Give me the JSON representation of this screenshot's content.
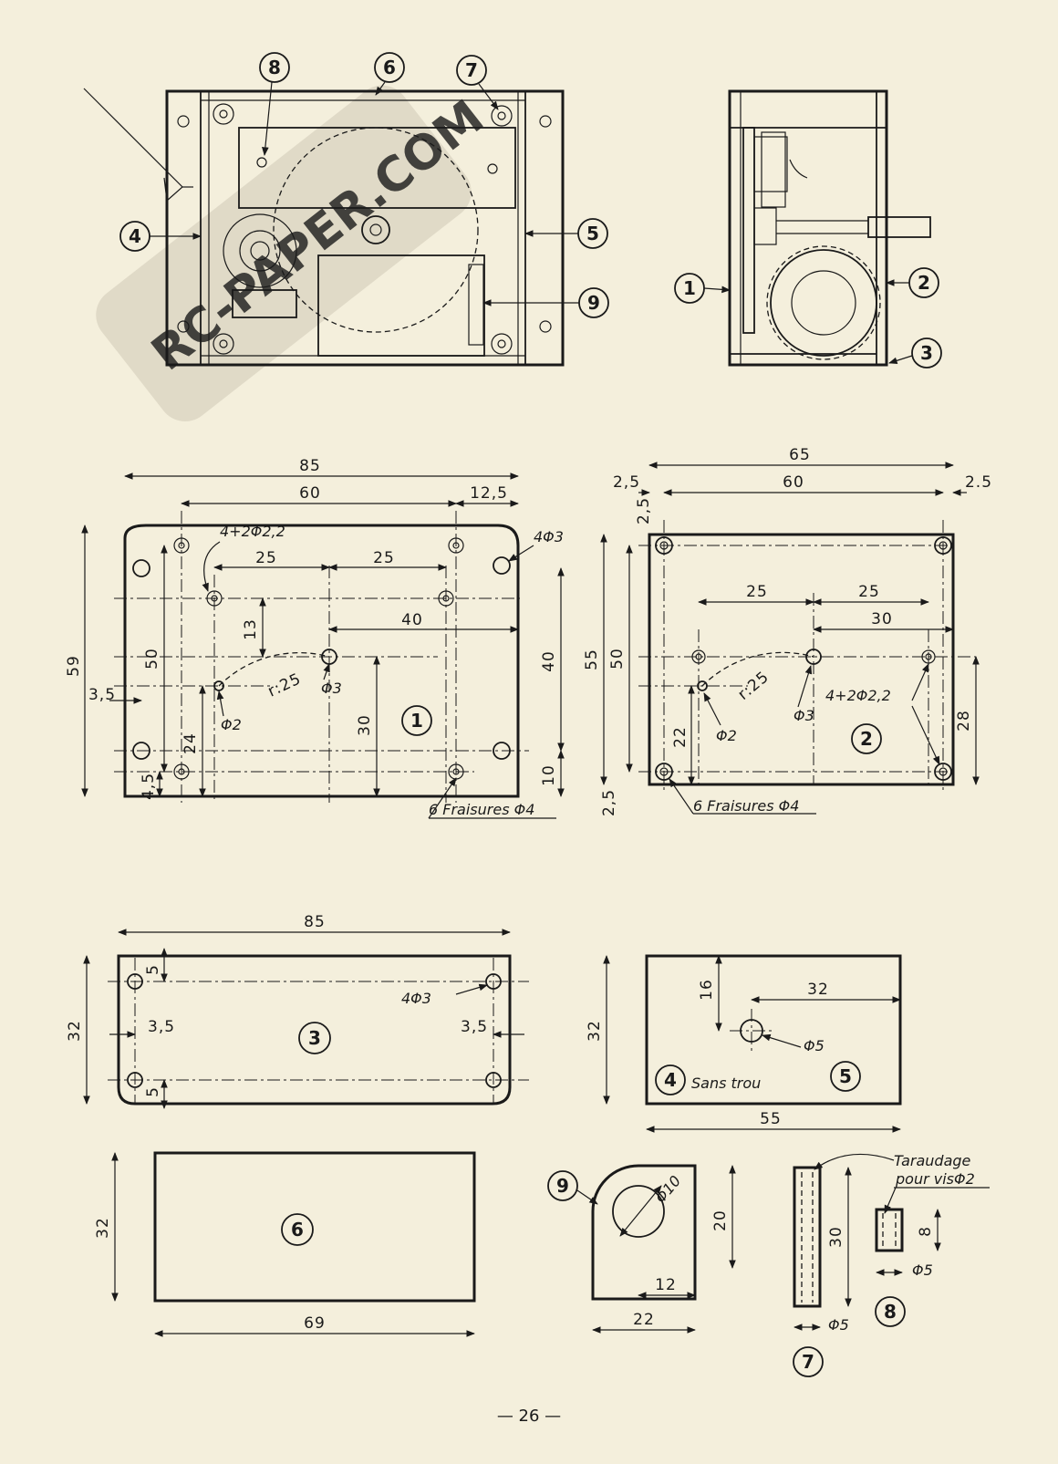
{
  "watermark": "RC-PAPER.COM",
  "page_number": "— 26 —",
  "callouts": [
    "1",
    "2",
    "3",
    "4",
    "5",
    "6",
    "7",
    "8",
    "9"
  ],
  "part1": {
    "dims": {
      "w85": "85",
      "w60": "60",
      "w12_5": "12,5",
      "h59": "59",
      "h50": "50",
      "h40": "40",
      "h30": "30",
      "h24": "24",
      "h13": "13",
      "h10": "10",
      "h4_5": "4,5",
      "w3_5": "3,5",
      "w25a": "25",
      "w25b": "25",
      "w40": "40",
      "r25": "r:25"
    },
    "notes": {
      "holes_a": "4+2Φ2,2",
      "holes_b": "4Φ3",
      "phi3": "Φ3",
      "phi2": "Φ2",
      "fraisures": "6 Fraisures Φ4"
    }
  },
  "part2": {
    "dims": {
      "w65": "65",
      "w60": "60",
      "w2_5a": "2,5",
      "w2_5b": "2.5",
      "h2_5top": "2,5",
      "h55": "55",
      "h50": "50",
      "h22": "22",
      "h28": "28",
      "h2_5bot": "2,5",
      "w25a": "25",
      "w25b": "25",
      "w30": "30",
      "r25": "r:25"
    },
    "notes": {
      "holes": "4+2Φ2,2",
      "phi3": "Φ3",
      "phi2": "Φ2",
      "fraisures": "6 Fraisures Φ4"
    }
  },
  "part3": {
    "dims": {
      "w85": "85",
      "h32": "32",
      "v5a": "5",
      "v5b": "5",
      "w3_5a": "3,5",
      "w3_5b": "3,5"
    },
    "notes": {
      "holes": "4Φ3"
    }
  },
  "part45": {
    "dims": {
      "h32": "32",
      "v16": "16",
      "w32": "32",
      "w55": "55"
    },
    "notes": {
      "phi5": "Φ5",
      "sans_trou": "Sans trou"
    }
  },
  "part6": {
    "dims": {
      "h32": "32",
      "w69": "69"
    }
  },
  "part9": {
    "dims": {
      "phi10": "Φ10",
      "h20": "20",
      "w12": "12",
      "w22": "22"
    }
  },
  "part78": {
    "dims": {
      "h30": "30",
      "phi5a": "Φ5",
      "h8": "8",
      "phi5b": "Φ5"
    },
    "notes": {
      "tap1": "Taraudage",
      "tap2": "pour visΦ2"
    }
  }
}
